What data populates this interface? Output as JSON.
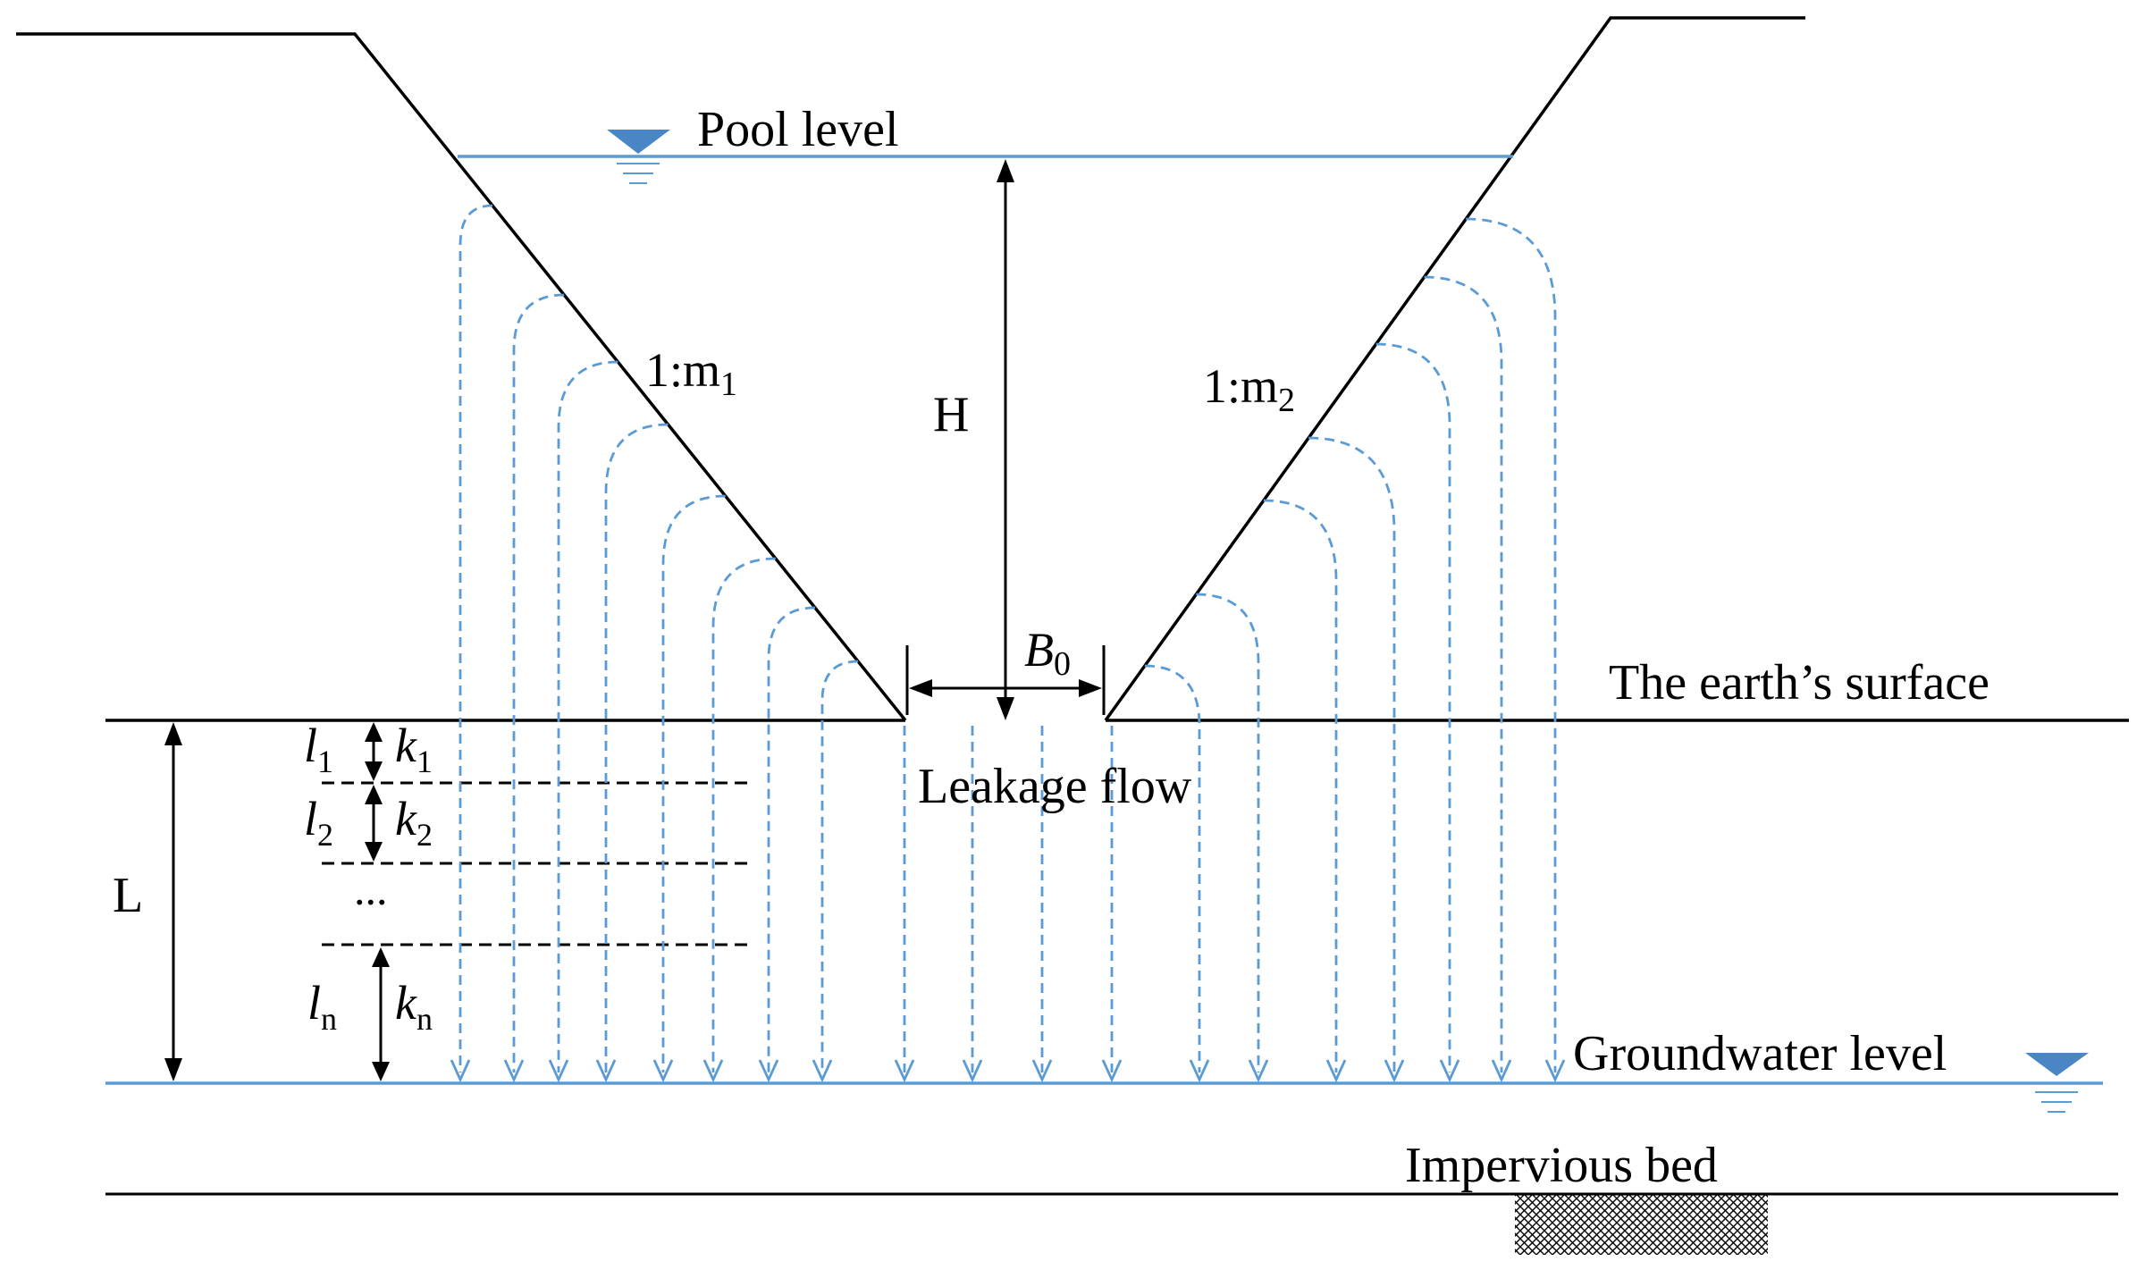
{
  "labels": {
    "pool_level": "Pool level",
    "H": "H",
    "slope_left": "1:m",
    "slope_left_sub": "1",
    "slope_right": "1:m",
    "slope_right_sub": "2",
    "B0": "B",
    "B0_sub": "0",
    "earth_surface": "The earth’s surface",
    "leakage_flow": "Leakage flow",
    "L": "L",
    "l1": "l",
    "l1_sub": "1",
    "k1": "k",
    "k1_sub": "1",
    "l2": "l",
    "l2_sub": "2",
    "k2": "k",
    "k2_sub": "2",
    "ellipsis": "...",
    "ln": "l",
    "ln_sub": "n",
    "kn": "k",
    "kn_sub": "n",
    "groundwater_level": "Groundwater level",
    "impervious_bed": "Impervious bed"
  },
  "colors": {
    "water": "#5b9bd5",
    "line": "#000000",
    "symbol_fill": "#4a86c5"
  },
  "icons": {
    "pool_level_symbol": "water-level-triangle-icon",
    "groundwater_symbol": "water-level-triangle-icon",
    "impervious_hatch": "crosshatch-pattern-icon"
  }
}
